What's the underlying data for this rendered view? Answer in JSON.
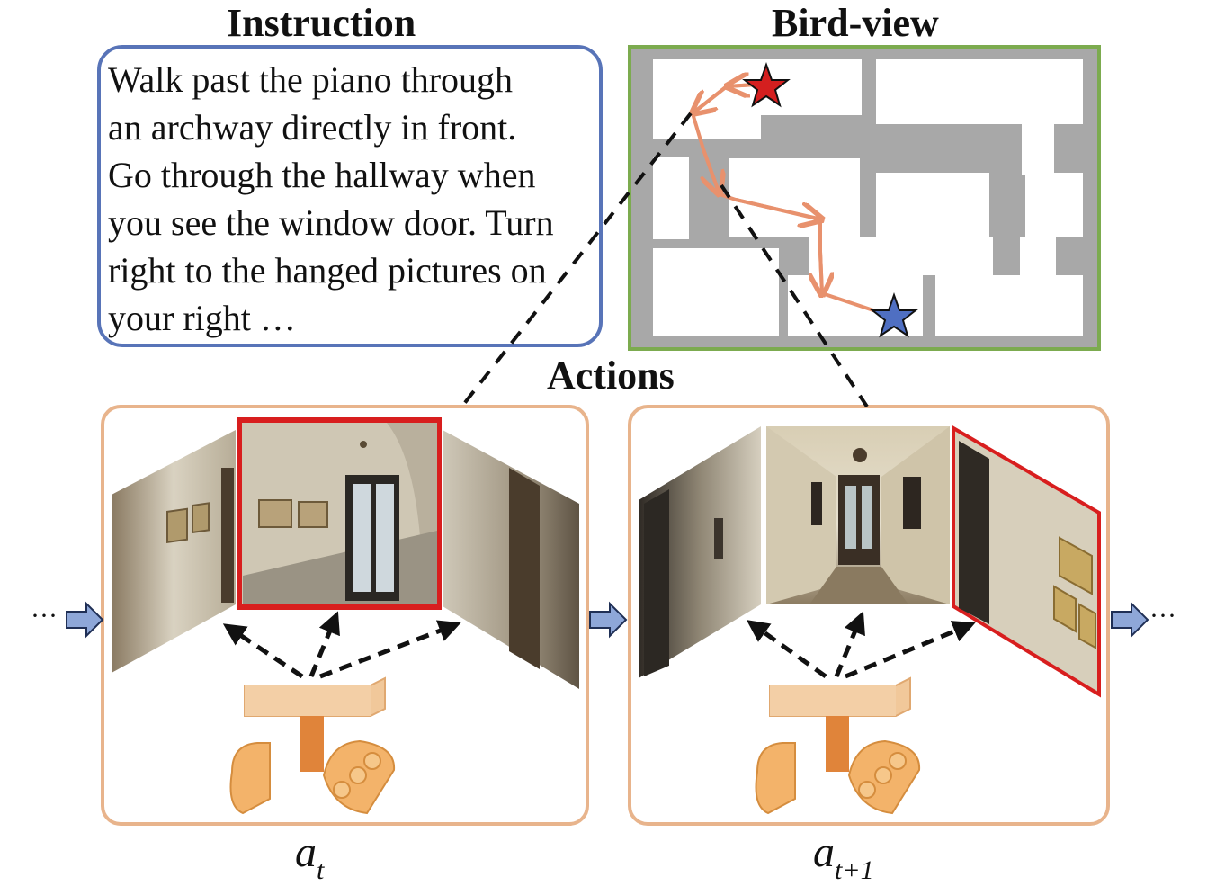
{
  "headings": {
    "instruction": "Instruction",
    "bird_view": "Bird-view",
    "actions": "Actions"
  },
  "instruction": {
    "lines": [
      "Walk past the piano through",
      "an archway directly  in front.",
      "Go through the hallway when",
      "you see the window door. Turn",
      "right to the hanged pictures  on",
      "your right …"
    ]
  },
  "actions": {
    "left_label_base": "a",
    "left_label_sub": "t",
    "right_label_base": "a",
    "right_label_sub": "t+1"
  },
  "ellipsis": {
    "left": "···",
    "right": "···"
  },
  "colors": {
    "instruction_border": "#5874b8",
    "bird_view_border": "#7cab4f",
    "panel_border": "#e8b48c",
    "path": "#e8916d",
    "start_star": "#d41f1f",
    "goal_star": "#4f6fc2",
    "selected_view": "#d81e1e",
    "arrow_fill": "#8ea7d8"
  }
}
